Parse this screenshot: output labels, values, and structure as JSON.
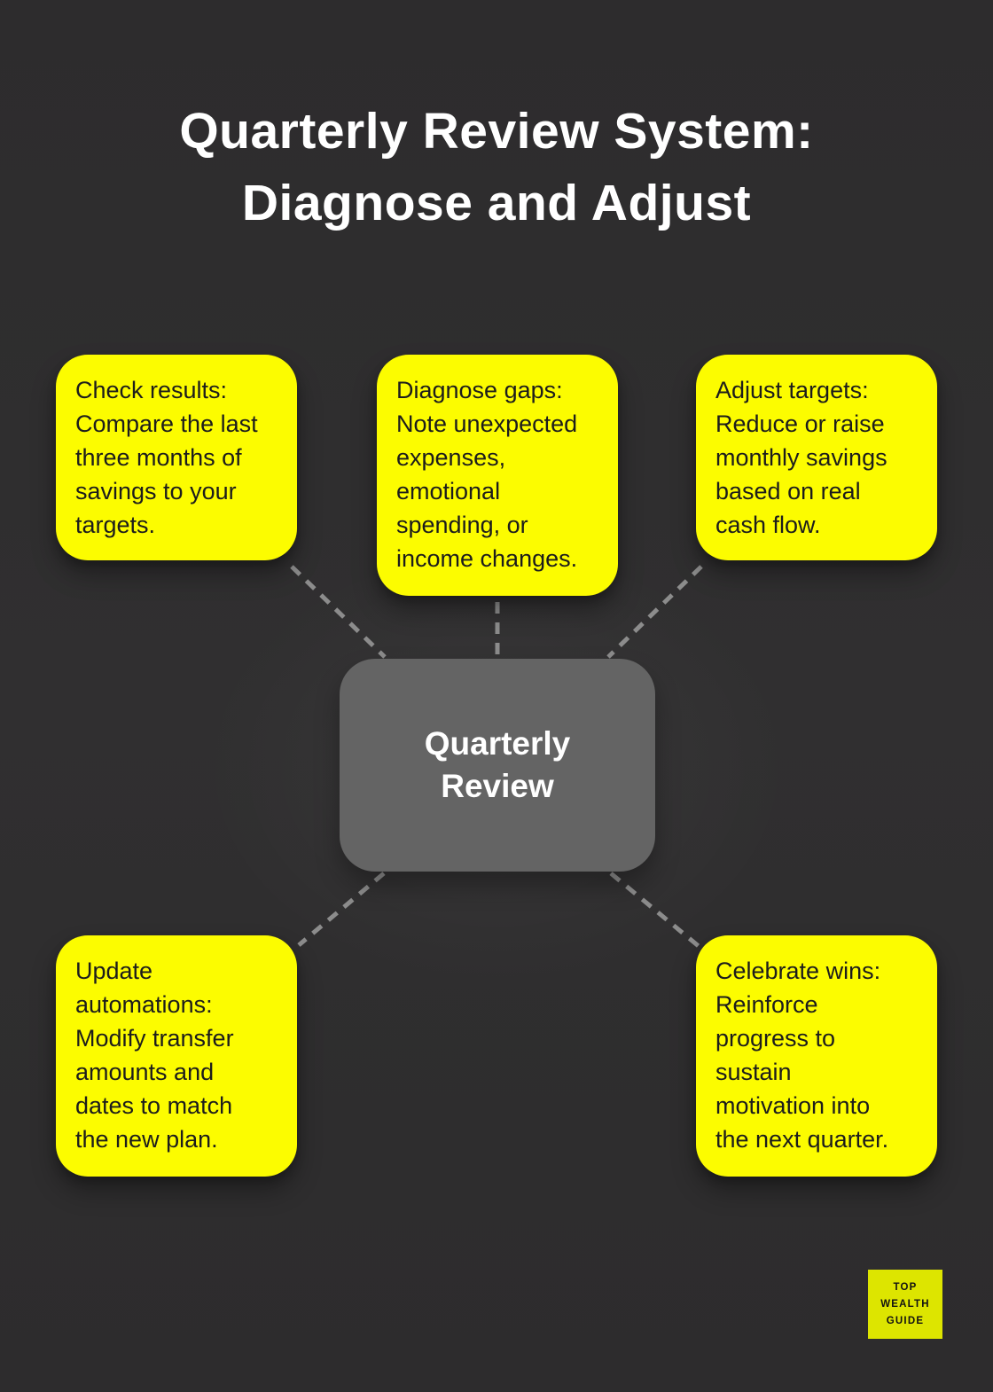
{
  "title": {
    "text": "Quarterly Review System:\nDiagnose and Adjust"
  },
  "center_node": {
    "label": "Quarterly\nReview"
  },
  "nodes": [
    {
      "id": "check-results",
      "text": "Check results:\nCompare the last\nthree months of\nsavings to your\ntargets."
    },
    {
      "id": "diagnose-gaps",
      "text": "Diagnose gaps:\nNote unexpected\nexpenses,\nemotional\nspending, or\nincome changes."
    },
    {
      "id": "adjust-targets",
      "text": "Adjust targets:\nReduce or raise\nmonthly savings\nbased on real\ncash flow."
    },
    {
      "id": "update-automations",
      "text": "Update\nautomations:\nModify transfer\namounts and\ndates to match\nthe new plan."
    },
    {
      "id": "celebrate-wins",
      "text": "Celebrate wins:\nReinforce\nprogress to\nsustain\nmotivation into\nthe next quarter."
    }
  ],
  "logo": {
    "lines": [
      "TOP",
      "WEALTH",
      "GUIDE"
    ]
  },
  "colors": {
    "background": "#2e2d2e",
    "node_bg": "#fcfc00",
    "node_text": "#1c1c1c",
    "center_bg": "#646464",
    "center_text": "#ffffff",
    "title_text": "#ffffff",
    "connector": "#8c8c8c",
    "logo_bg": "#dde500",
    "logo_text": "#121212"
  }
}
